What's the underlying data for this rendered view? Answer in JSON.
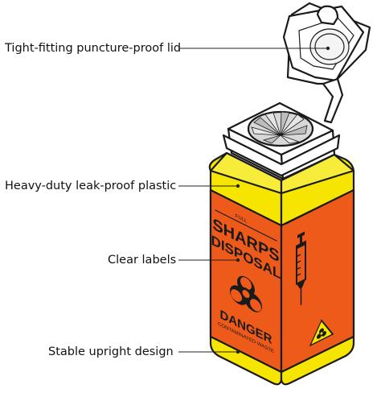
{
  "callouts": [
    {
      "text": "Tight-fitting puncture-proof lid"
    },
    {
      "text": "Heavy-duty leak-proof plastic"
    },
    {
      "text": "Clear labels"
    },
    {
      "text": "Stable upright design"
    }
  ],
  "container_label": {
    "fill_line": "FULL",
    "title_line1": "SHARPS",
    "title_line2": "DISPOSAL",
    "warning": "DANGER",
    "sub_warning": "CONTAMINATED WASTE"
  },
  "colors": {
    "body_yellow": "#f5e500",
    "label_orange": "#ee5a1a",
    "lid_white": "#ffffff",
    "outline": "#1a1a1a"
  },
  "icons": [
    "biohazard-icon",
    "syringe-icon",
    "biohazard-triangle-icon"
  ]
}
